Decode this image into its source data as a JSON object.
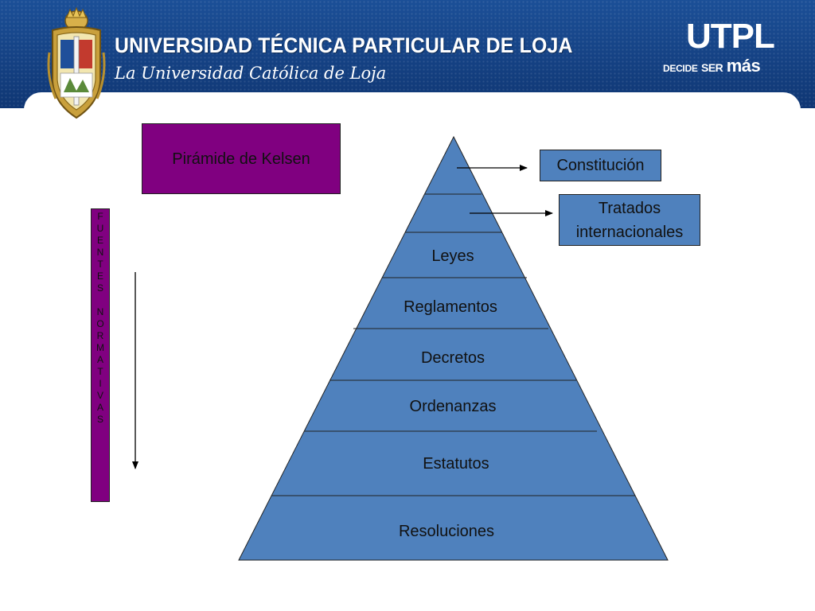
{
  "header": {
    "university_name": "UNIVERSIDAD TÉCNICA PARTICULAR DE LOJA",
    "tagline": "La Universidad Católica de Loja",
    "logo_text": "UTPL",
    "slogan": {
      "part1": "DECIDE",
      "part2": "SER",
      "part3": "más"
    }
  },
  "title": "Pirámide de Kelsen",
  "sources_label": [
    "F",
    "U",
    "E",
    "N",
    "T",
    "E",
    "S",
    "",
    "N",
    "O",
    "R",
    "M",
    "A",
    "T",
    "I",
    "V",
    "A",
    "S"
  ],
  "pyramid": {
    "fill_color": "#4f81bd",
    "levels": [
      {
        "label": ""
      },
      {
        "label": ""
      },
      {
        "label": "Leyes"
      },
      {
        "label": "Reglamentos"
      },
      {
        "label": "Decretos"
      },
      {
        "label": "Ordenanzas"
      },
      {
        "label": "Estatutos"
      },
      {
        "label": "Resoluciones"
      }
    ]
  },
  "callouts": [
    {
      "label": "Constitución"
    },
    {
      "label": "Tratados internacionales"
    }
  ],
  "colors": {
    "banner": "#164487",
    "accent_purple": "#800080",
    "pyramid_blue": "#4f81bd"
  }
}
